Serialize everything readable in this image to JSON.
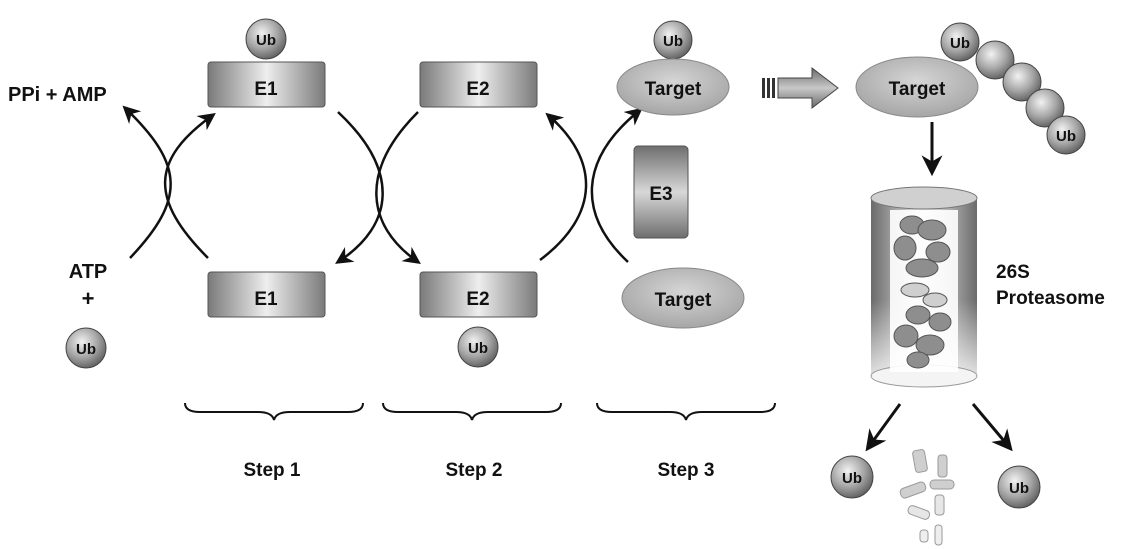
{
  "labels": {
    "ub": "Ub",
    "e1": "E1",
    "e2": "E2",
    "e3": "E3",
    "target": "Target",
    "ppi_amp": "PPi + AMP",
    "atp": "ATP",
    "plus": "+",
    "proteasome_26s": "26S",
    "proteasome": "Proteasome",
    "step1": "Step 1",
    "step2": "Step 2",
    "step3": "Step 3"
  },
  "colors": {
    "ink": "#111111",
    "box_fill": "#8f8f8f",
    "ellipse_fill": "#b9b9b9",
    "ub_fill": "#9a9a9a"
  }
}
